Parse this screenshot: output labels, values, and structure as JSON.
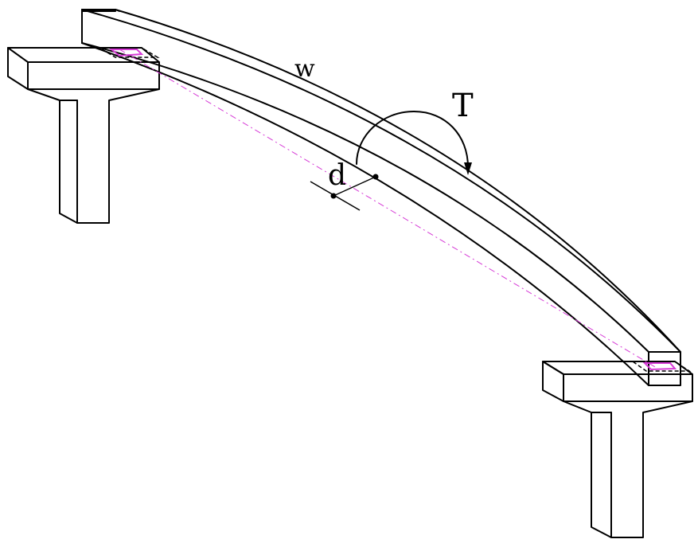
{
  "labels": {
    "load": "w",
    "torque": "T",
    "offset": "d"
  },
  "colors": {
    "line": "#000000",
    "centerline": "#d63bd6",
    "background": "#ffffff"
  }
}
